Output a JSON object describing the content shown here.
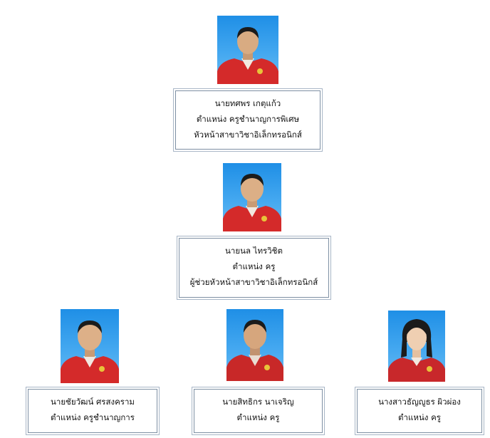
{
  "levels": {
    "head": {
      "name": "นายทศพร  เกตุแก้ว",
      "position": "ตำแหน่ง ครูชำนาญการพิเศษ",
      "role": "หัวหน้าสาขาวิชาอิเล็กทรอนิกส์"
    },
    "assistant": {
      "name": "นายนล  ไทรวิชิต",
      "position": "ตำแหน่ง ครู",
      "role": "ผู้ช่วยหัวหน้าสาขาวิชาอิเล็กทรอนิกส์"
    },
    "staff": [
      {
        "name": "นายชัยวัฒน์  ศรสงคราม",
        "position": "ตำแหน่ง ครูชำนาญการ"
      },
      {
        "name": "นายสิทธิกร นาเจริญ",
        "position": "ตำแหน่ง ครู"
      },
      {
        "name": "นางสาวธัญญูธร ผิวผ่อง",
        "position": "ตำแหน่ง ครู"
      }
    ]
  },
  "colors": {
    "photo_background": "#2f9be8",
    "uniform": "#d42a2a",
    "card_border": "#7d8fa3"
  }
}
